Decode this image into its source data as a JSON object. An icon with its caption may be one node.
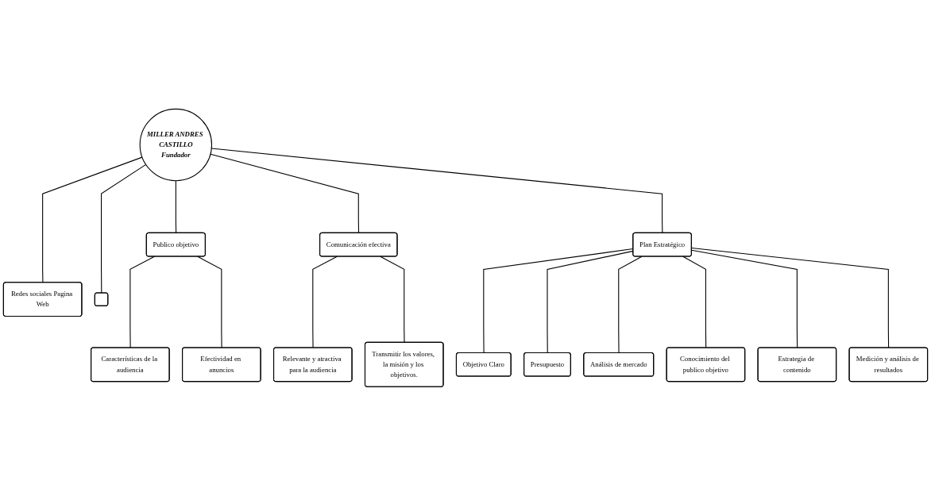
{
  "diagram": {
    "nodes": [
      {
        "text": [
          "MILLER ANDRES CASTILLO",
          "Fundador"
        ]
      },
      {
        "text": [
          "Publico objetivo"
        ]
      },
      {
        "text": [
          "Características de la audiencia"
        ]
      },
      {
        "text": [
          "Efectividad en anuncios"
        ]
      },
      {
        "text": [
          "Comunicación efectiva"
        ]
      },
      {
        "text": [
          "Relevante y atractiva para la audiencia"
        ]
      },
      {
        "text": [
          "Transmitir los valores, la misión y los objetivos."
        ]
      },
      {
        "text": [
          "Plan Estratégico"
        ]
      },
      {
        "text": [
          "Objetivo Claro"
        ]
      },
      {
        "text": [
          "Presupuesto"
        ]
      },
      {
        "text": [
          "Análisis de mercado"
        ]
      },
      {
        "text": [
          "Conocimiento del publico objetivo"
        ]
      },
      {
        "text": [
          "Estrategia de contenido"
        ]
      },
      {
        "text": [
          "Medición y análisis de resultados"
        ]
      },
      {
        "text": [
          "Redes sociales Pagina Web"
        ]
      },
      {
        "text": [],
        "shape": "box"
      }
    ],
    "edges": [
      {
        "from": 0,
        "to": 1,
        "arrow": "none"
      },
      {
        "from": 1,
        "to": 2,
        "arrow": "none"
      },
      {
        "from": 1,
        "to": 3,
        "arrow": "none"
      },
      {
        "from": 0,
        "to": 4,
        "arrow": "none"
      },
      {
        "from": 4,
        "to": 5,
        "arrow": "none"
      },
      {
        "from": 4,
        "to": 6,
        "arrow": "none"
      },
      {
        "from": 0,
        "to": 7,
        "arrow": "none"
      },
      {
        "from": 7,
        "to": 8,
        "arrow": "none"
      },
      {
        "from": 7,
        "to": 9,
        "arrow": "none"
      },
      {
        "from": 7,
        "to": 10,
        "arrow": "none"
      },
      {
        "from": 7,
        "to": 11,
        "arrow": "none"
      },
      {
        "from": 7,
        "to": 12,
        "arrow": "none"
      },
      {
        "from": 7,
        "to": 13,
        "arrow": "none"
      },
      {
        "from": 0,
        "to": 14,
        "arrow": "none"
      },
      {
        "from": 0,
        "to": 15,
        "arrow": "none"
      }
    ]
  }
}
